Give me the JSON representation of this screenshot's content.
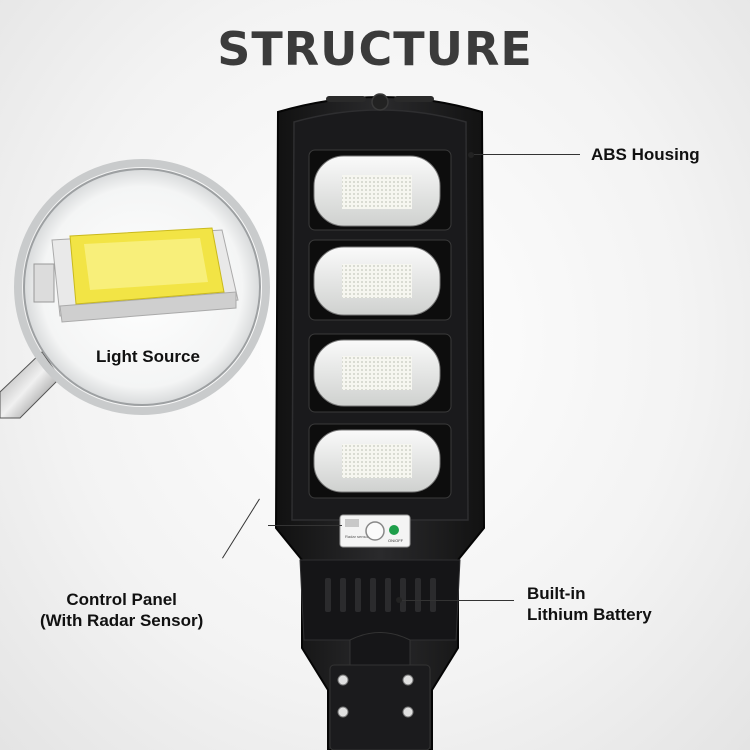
{
  "title": "STRUCTURE",
  "callouts": {
    "abs_housing": "ABS Housing",
    "light_source": "Light Source",
    "control_panel": [
      "Control Panel",
      "(With Radar Sensor)"
    ],
    "battery": [
      "Built-in",
      "Lithium Battery"
    ]
  },
  "panel": {
    "sensor_text": "Radar sensor",
    "switch_text": "ON/OFF"
  },
  "colors": {
    "housing": "#1c1c1e",
    "led_chip": "#f2e445",
    "switch": "#1e9e4a",
    "title": "#3b3b3b"
  }
}
